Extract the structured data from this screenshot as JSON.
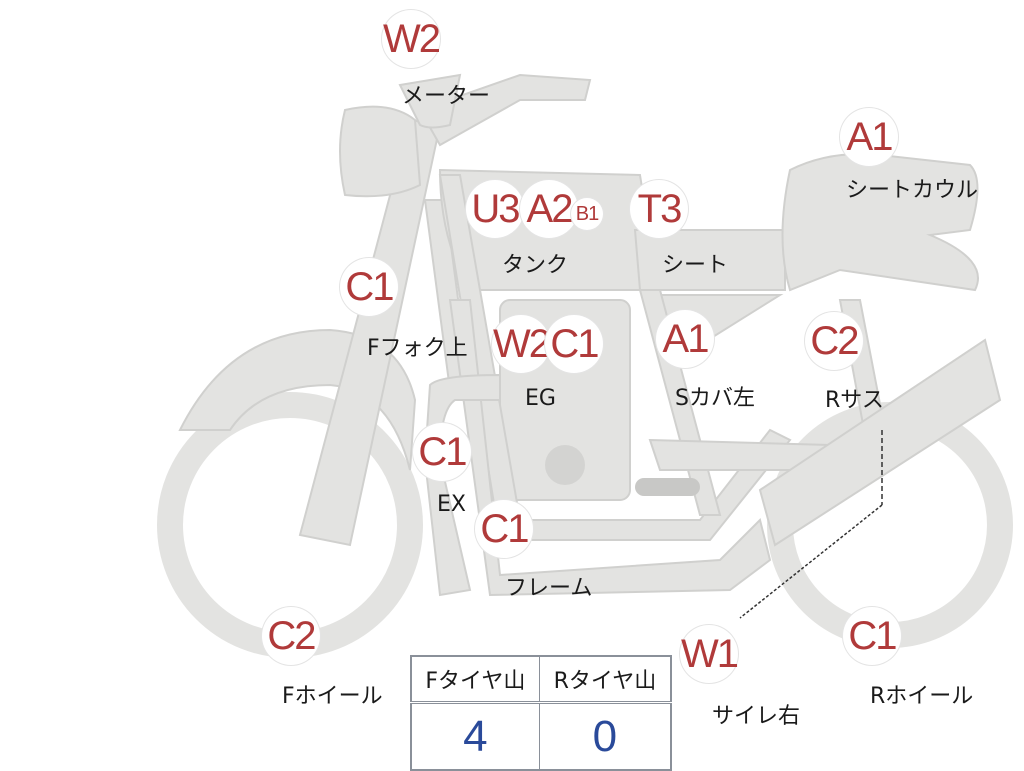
{
  "parts": [
    {
      "code": "W2",
      "label": "メーター"
    },
    {
      "code": "A1",
      "label": "シートカウル"
    },
    {
      "code": "U3",
      "label": ""
    },
    {
      "code": "A2",
      "label": ""
    },
    {
      "code": "B1",
      "label": ""
    },
    {
      "code": "T3",
      "label": "シート"
    },
    {
      "code": "C1",
      "label": "Fフォク上"
    },
    {
      "code": "W2",
      "label": ""
    },
    {
      "code": "C1",
      "label": "EG"
    },
    {
      "code": "A1",
      "label": "Sカバ左"
    },
    {
      "code": "C2",
      "label": "Rサス"
    },
    {
      "code": "C1",
      "label": "EX"
    },
    {
      "code": "C1",
      "label": "フレーム"
    },
    {
      "code": "C2",
      "label": "Fホイール"
    },
    {
      "code": "W1",
      "label": "サイレ右"
    },
    {
      "code": "C1",
      "label": "Rホイール"
    }
  ],
  "extra_labels": {
    "tank": "タンク"
  },
  "tire_table": {
    "headers": [
      "Fタイヤ山",
      "Rタイヤ山"
    ],
    "values": [
      "4",
      "0"
    ]
  },
  "colors": {
    "bike_fill": "#e4e4e2",
    "bike_stroke": "#c8c8c6",
    "badge_text": "#b03a3a",
    "value_text": "#2a4a9a"
  }
}
